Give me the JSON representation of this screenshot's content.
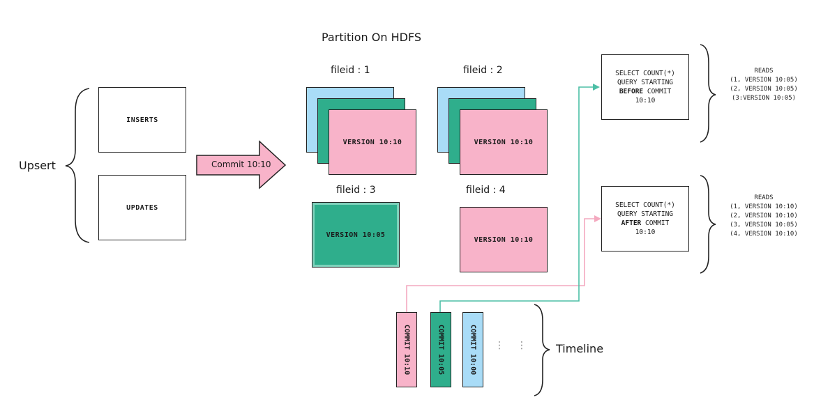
{
  "title": "Partition On HDFS",
  "upsert": {
    "label": "Upsert",
    "inserts": "INSERTS",
    "updates": "UPDATES"
  },
  "commit_arrow": "Commit 10:10",
  "files": [
    {
      "label": "fileid : 1",
      "version": "VERSION 10:10"
    },
    {
      "label": "fileid : 2",
      "version": "VERSION 10:10"
    },
    {
      "label": "fileid : 3",
      "version": "VERSION 10:05"
    },
    {
      "label": "fileid : 4",
      "version": "VERSION 10:10"
    }
  ],
  "queries": [
    {
      "line1": "SELECT COUNT(*)",
      "line2": "QUERY STARTING",
      "emph": "BEFORE",
      "rest": " COMMIT",
      "line4": "10:10",
      "reads_title": "READS",
      "reads": [
        "(1, VERSION 10:05)",
        "(2, VERSION 10:05)",
        "(3:VERSION 10:05)"
      ]
    },
    {
      "line1": "SELECT COUNT(*)",
      "line2": "QUERY STARTING",
      "emph": "AFTER",
      "rest": " COMMIT",
      "line4": "10:10",
      "reads_title": "READS",
      "reads": [
        "(1, VERSION 10:10)",
        "(2, VERSION 10:10)",
        "(3, VERSION 10:05)",
        "(4, VERSION 10:10)"
      ]
    }
  ],
  "timeline": {
    "label": "Timeline",
    "commits": [
      "COMMIT 10:10",
      "COMMIT 10:05",
      "COMMIT 10:00"
    ],
    "ellipsis": [
      "⋮",
      "⋮"
    ]
  },
  "colors": {
    "blue": "#a9dcf7",
    "green": "#2fae8c",
    "pink": "#f8b3c9",
    "line_pink": "#f4a9bf",
    "line_teal": "#4dbfa6"
  }
}
